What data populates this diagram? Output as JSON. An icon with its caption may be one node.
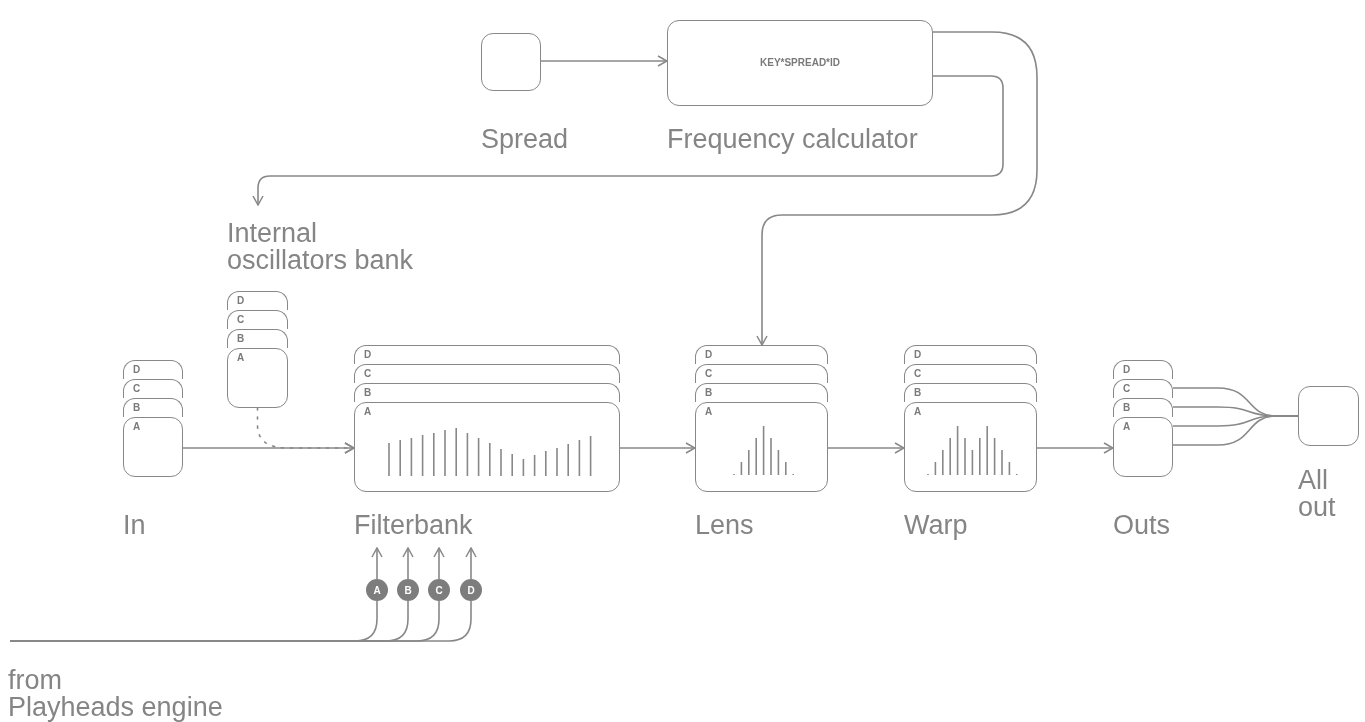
{
  "diagram": {
    "nodes": [
      {
        "text": [
          "Spread"
        ]
      },
      {
        "text": [
          "KEY*SPREAD*ID",
          "Frequency calculator"
        ]
      },
      {
        "text": [
          "Internal oscillators bank"
        ]
      },
      {
        "text": [
          "D"
        ],
        "in": 2
      },
      {
        "text": [
          "C"
        ],
        "in": 2
      },
      {
        "text": [
          "B"
        ],
        "in": 2
      },
      {
        "text": [
          "A"
        ],
        "in": 2
      },
      {
        "text": [
          "In"
        ]
      },
      {
        "text": [
          "D"
        ],
        "in": 7
      },
      {
        "text": [
          "C"
        ],
        "in": 7
      },
      {
        "text": [
          "B"
        ],
        "in": 7
      },
      {
        "text": [
          "A"
        ],
        "in": 7
      },
      {
        "text": [
          "Filterbank"
        ]
      },
      {
        "text": [
          "D"
        ],
        "in": 12
      },
      {
        "text": [
          "C"
        ],
        "in": 12
      },
      {
        "text": [
          "B"
        ],
        "in": 12
      },
      {
        "text": [
          "A"
        ],
        "in": 12
      },
      {
        "text": [
          "Lens"
        ]
      },
      {
        "text": [
          "D"
        ],
        "in": 17
      },
      {
        "text": [
          "C"
        ],
        "in": 17
      },
      {
        "text": [
          "B"
        ],
        "in": 17
      },
      {
        "text": [
          "A"
        ],
        "in": 17
      },
      {
        "text": [
          "Warp"
        ]
      },
      {
        "text": [
          "D"
        ],
        "in": 22
      },
      {
        "text": [
          "C"
        ],
        "in": 22
      },
      {
        "text": [
          "B"
        ],
        "in": 22
      },
      {
        "text": [
          "A"
        ],
        "in": 22
      },
      {
        "text": [
          "Outs"
        ]
      },
      {
        "text": [
          "D"
        ],
        "in": 27
      },
      {
        "text": [
          "C"
        ],
        "in": 27
      },
      {
        "text": [
          "B"
        ],
        "in": 27
      },
      {
        "text": [
          "A"
        ],
        "in": 27
      },
      {
        "text": [
          "All out"
        ]
      },
      {
        "text": [
          "from Playheads engine"
        ]
      },
      {
        "text": [
          "A"
        ]
      },
      {
        "text": [
          "B"
        ]
      },
      {
        "text": [
          "C"
        ]
      },
      {
        "text": [
          "D"
        ]
      }
    ],
    "edges": [
      {
        "from": 0,
        "to": 1,
        "arrow": "to"
      },
      {
        "from": 1,
        "to": 2,
        "arrow": "to"
      },
      {
        "from": 1,
        "to": 17,
        "arrow": "to"
      },
      {
        "from": 11,
        "to": 16,
        "arrow": "to"
      },
      {
        "from": 6,
        "to": 16,
        "arrow": "to",
        "style": "dashed"
      },
      {
        "from": 16,
        "to": 21,
        "arrow": "to"
      },
      {
        "from": 21,
        "to": 26,
        "arrow": "to"
      },
      {
        "from": 26,
        "to": 31,
        "arrow": "to"
      },
      {
        "from": 28,
        "to": 32,
        "arrow": "none"
      },
      {
        "from": 29,
        "to": 32,
        "arrow": "none"
      },
      {
        "from": 30,
        "to": 32,
        "arrow": "none"
      },
      {
        "from": 31,
        "to": 32,
        "arrow": "none"
      },
      {
        "from": 33,
        "to": 34,
        "arrow": "none"
      },
      {
        "from": 33,
        "to": 35,
        "arrow": "none"
      },
      {
        "from": 33,
        "to": 36,
        "arrow": "none"
      },
      {
        "from": 33,
        "to": 37,
        "arrow": "none"
      },
      {
        "from": 34,
        "to": 12,
        "arrow": "to"
      },
      {
        "from": 35,
        "to": 12,
        "arrow": "to"
      },
      {
        "from": 36,
        "to": 12,
        "arrow": "to"
      },
      {
        "from": 37,
        "to": 12,
        "arrow": "to"
      }
    ]
  }
}
